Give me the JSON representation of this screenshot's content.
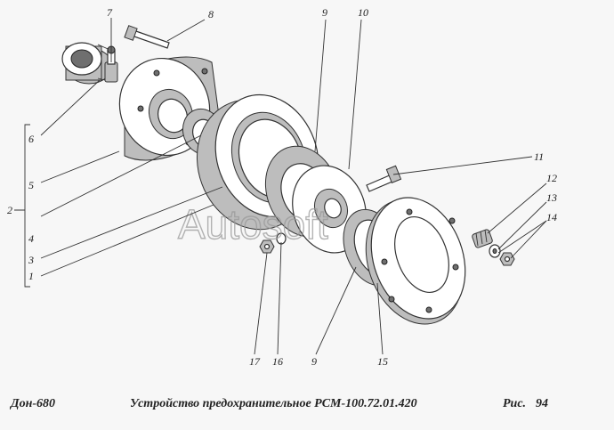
{
  "footer": {
    "left": "Дон-680",
    "title": "Устройство предохранительное РСМ-100.72.01.420",
    "fig_label": "Рис.",
    "fig_number": "94"
  },
  "watermark": "Autosoft",
  "callouts": {
    "c1": "1",
    "c2": "2",
    "c3": "3",
    "c4": "4",
    "c5": "5",
    "c6": "6",
    "c7": "7",
    "c8": "8",
    "c9_top": "9",
    "c9_bottom": "9",
    "c10": "10",
    "c11": "11",
    "c12": "12",
    "c13": "13",
    "c14": "14",
    "c15": "15",
    "c16": "16",
    "c17": "17"
  }
}
